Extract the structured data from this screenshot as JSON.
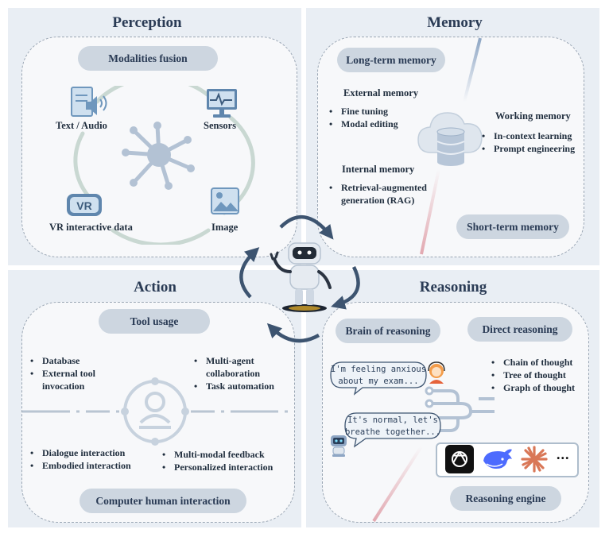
{
  "perception": {
    "title": "Perception",
    "pill": "Modalities fusion",
    "labels": {
      "text_audio": "Text / Audio",
      "sensors": "Sensors",
      "vr": "VR interactive data",
      "image": "Image"
    },
    "vr_badge": "VR"
  },
  "memory": {
    "title": "Memory",
    "long_term": "Long-term memory",
    "short_term": "Short-term memory",
    "external_title": "External memory",
    "external_items": [
      "Fine tuning",
      "Modal editing"
    ],
    "internal_title": "Internal memory",
    "internal_items": [
      "Retrieval-augmented"
    ],
    "internal_cont": "generation (RAG)",
    "working_title": "Working memory",
    "working_items": [
      "In-context learning",
      "Prompt engineering"
    ]
  },
  "action": {
    "title": "Action",
    "pill": "Tool usage",
    "bottom_pill": "Computer human interaction",
    "left_items": [
      "Database",
      "External tool"
    ],
    "left_cont": "invocation",
    "right_items": [
      "Multi-agent"
    ],
    "right_cont": "collaboration",
    "right_items2": [
      "Task automation"
    ],
    "bottom_left_items": [
      "Dialogue interaction",
      "Embodied interaction"
    ],
    "bottom_right_items": [
      "Multi-modal feedback",
      "Personalized interaction"
    ]
  },
  "reasoning": {
    "title": "Reasoning",
    "brain_pill": "Brain of reasoning",
    "direct_pill": "Direct reasoning",
    "engine_pill": "Reasoning engine",
    "direct_items": [
      "Chain of thought",
      "Tree of thought",
      "Graph of thought"
    ],
    "bubble1": [
      "I'm feeling anxious",
      "about my exam..."
    ],
    "bubble2": [
      "It's normal, let's",
      "breathe together..."
    ],
    "engine_more": "..."
  },
  "colors": {
    "quadrant_bg": "#e9eef4",
    "pill_bg": "#cdd6e0",
    "title": "#2a3b55",
    "icon_blue": "#6f97bd",
    "arrow": "#3d5470"
  }
}
